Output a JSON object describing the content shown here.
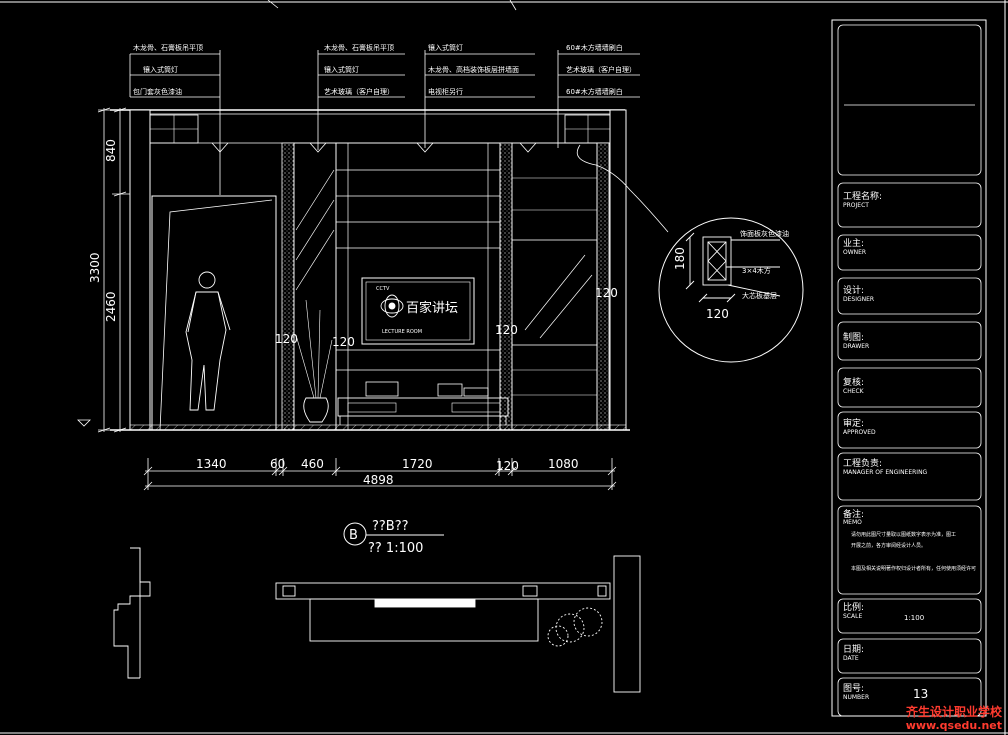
{
  "notes": {
    "n1": "木龙骨、石膏板吊平顶",
    "n2": "镶入式筒灯",
    "n3": "包门套灰色漆油",
    "n4": "木龙骨、石膏板吊平顶",
    "n5": "镶入式筒灯",
    "n6": "艺术玻璃（客户自理）",
    "n7": "镶入式筒灯",
    "n8": "木龙骨、高档装饰板层拼墙面",
    "n9": "电视柜另行",
    "n10": "60#木方墙墙刷白",
    "n11": "艺术玻璃（客户自理）",
    "n12": "60#木方墙墙刷白"
  },
  "detail_notes": {
    "d1": "饰面板灰色漆油",
    "d2": "3×4木方",
    "d3": "大芯板基层"
  },
  "tv_logo": {
    "main": "百家讲坛",
    "top": "CCTV",
    "sub": "LECTURE ROOM"
  },
  "dims": {
    "h_total": "3300",
    "h_upper": "840",
    "h_lower": "2460",
    "w1": "1340",
    "w2": "60",
    "w3": "460",
    "w4": "1720",
    "w5": "120",
    "w6": "1080",
    "w_total": "4898",
    "p120a": "120",
    "p120b": "120",
    "p120c": "120",
    "p120d": "120",
    "det_h": "180",
    "det_w": "120"
  },
  "section": {
    "bubble": "B",
    "title": "??B??",
    "scale": "?? 1:100"
  },
  "title_block": {
    "project_cn": "工程名称:",
    "project_en": "PROJECT",
    "owner_cn": "业主:",
    "owner_en": "OWNER",
    "designer_cn": "设计:",
    "designer_en": "DESIGNER",
    "drawer_cn": "制图:",
    "drawer_en": "DRAWER",
    "check_cn": "复核:",
    "check_en": "CHECK",
    "approved_cn": "审定:",
    "approved_en": "APPROVED",
    "manager_cn": "工程负责:",
    "manager_en": "MANAGER OF ENGINEERING",
    "memo_cn": "备注:",
    "memo_en": "MEMO",
    "memo_line1": "请勿用此图尺寸量取以图纸数字表示为准，图工",
    "memo_line2": "开展之前，各方审阅经设计人员。",
    "memo_line3": "本图及相关说明著作权归设计者所有，任何使用须经许可",
    "scale_cn": "比例:",
    "scale_en": "SCALE",
    "scale_value": "1:100",
    "date_cn": "日期:",
    "date_en": "DATE",
    "number_cn": "图号:",
    "number_en": "NUMBER",
    "number_value": "13"
  },
  "watermark": {
    "line1": "齐生设计职业学校",
    "line2": "www.qsedu.net"
  }
}
